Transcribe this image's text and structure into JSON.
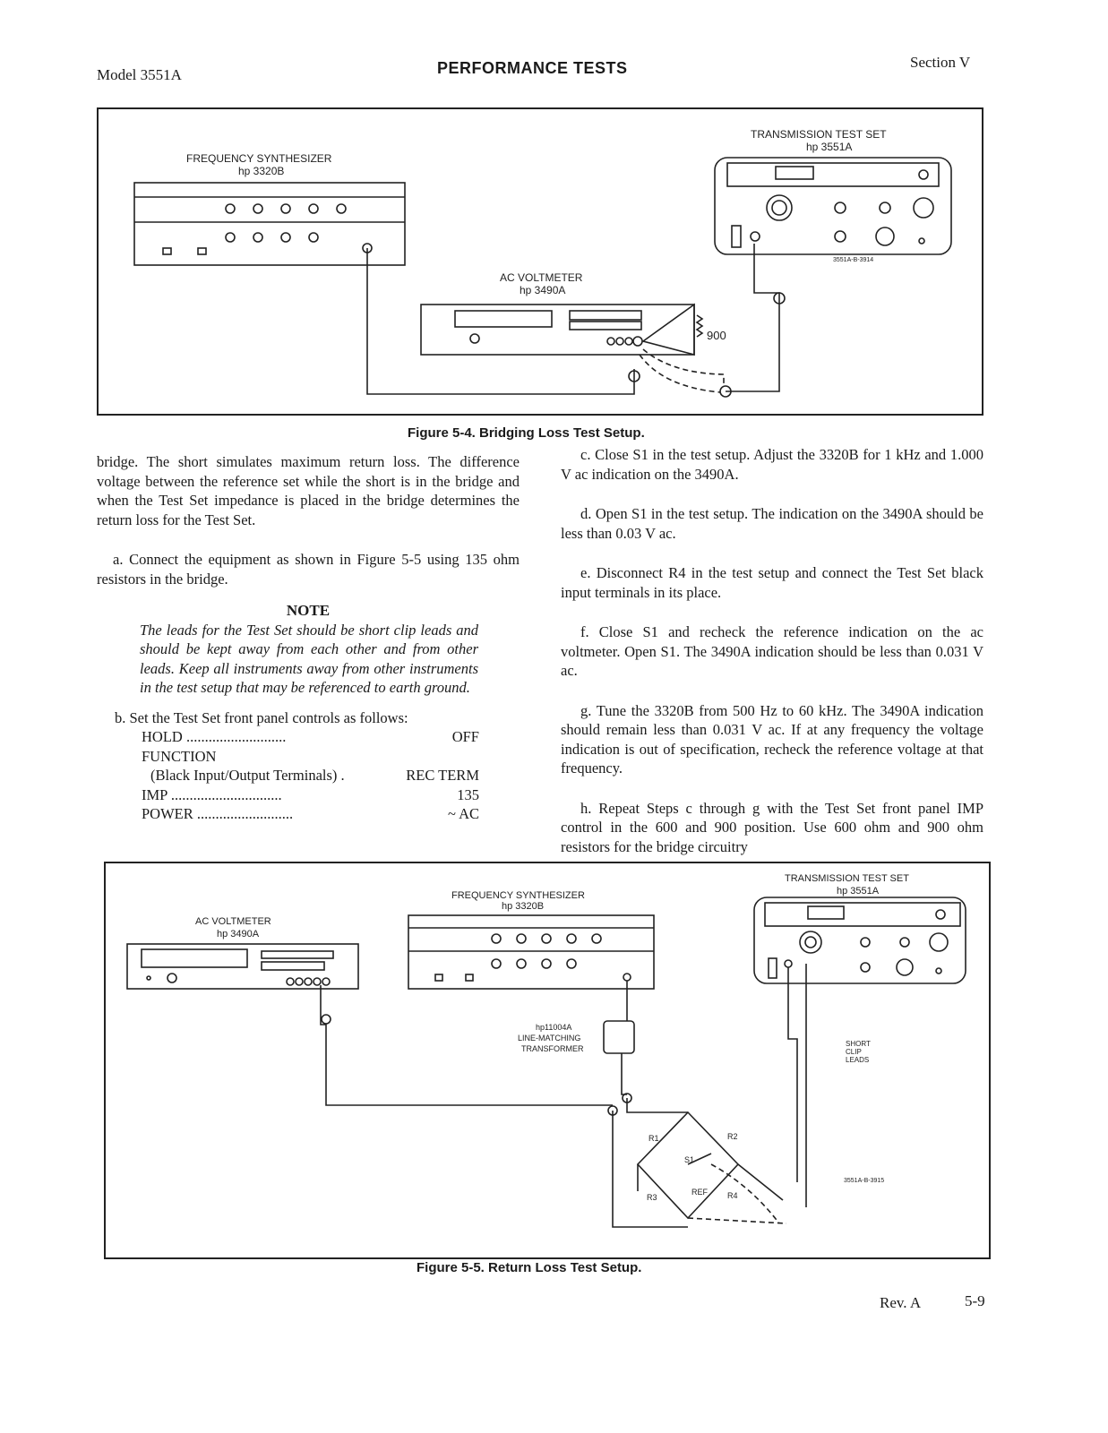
{
  "header": {
    "model": "Model 3551A",
    "title": "PERFORMANCE TESTS",
    "section": "Section V"
  },
  "figure_5_4": {
    "caption": "Figure 5-4.  Bridging Loss Test Setup.",
    "synth_name": "FREQUENCY  SYNTHESIZER",
    "synth_model": "hp 3320B",
    "tts_name": "TRANSMISSION  TEST  SET",
    "tts_model": "hp 3551A",
    "tts_code": "3551A-B-3914",
    "acv_name": "AC  VOLTMETER",
    "acv_model": "hp 3490A",
    "resistor_label": "900"
  },
  "left_column": {
    "intro": "bridge. The short simulates maximum return loss. The difference voltage between the reference set while the short is in the bridge and when the Test Set impedance is placed in the bridge determines the return loss for the Test Set.",
    "step_a": "a.  Connect the equipment as shown in Figure 5-5 using 135 ohm resistors in the bridge.",
    "note_title": "NOTE",
    "note_body": "The leads for the Test Set should be short clip leads and should be kept away from each other and from other leads. Keep all instruments away from other instruments in the test setup that may be referenced to earth ground.",
    "step_b": "b.  Set the Test Set front panel controls as follows:",
    "controls": [
      {
        "name": "HOLD ...........................",
        "value": "OFF"
      },
      {
        "name": "FUNCTION",
        "value": ""
      },
      {
        "name": "(Black Input/Output Terminals) .",
        "value": "REC TERM"
      },
      {
        "name": "IMP ..............................",
        "value": "135"
      },
      {
        "name": "POWER ..........................",
        "value": "~ AC"
      }
    ]
  },
  "right_column": {
    "step_c": "c.  Close S1 in the test setup. Adjust the 3320B for 1 kHz and 1.000 V ac indication on the 3490A.",
    "step_d": "d.  Open S1 in the test setup. The indication on the 3490A should be less than 0.03 V ac.",
    "step_e": "e.  Disconnect R4 in the test setup and connect the Test Set black input terminals in its place.",
    "step_f": "f.  Close S1 and recheck the reference indication on the ac voltmeter. Open S1. The 3490A indication should be less than 0.031 V ac.",
    "step_g": "g.  Tune the 3320B from 500 Hz to 60 kHz. The 3490A indication should remain less than 0.031 V ac. If at any frequency the voltage indication is out of specification, recheck the reference voltage at that frequency.",
    "step_h": "h.  Repeat Steps c through g with the Test Set front panel IMP control in the 600 and 900 position. Use 600 ohm and 900 ohm resistors for the bridge circuitry"
  },
  "figure_5_5": {
    "caption": "Figure 5-5.  Return Loss Test Setup.",
    "tts_name": "TRANSMISSION  TEST  SET",
    "tts_model": "hp 3551A",
    "synth_name": "FREQUENCY  SYNTHESIZER",
    "synth_model": "hp 3320B",
    "acv_name": "AC  VOLTMETER",
    "acv_model": "hp 3490A",
    "xfmr_model": "hp11004A",
    "xfmr_line1": "LINE-MATCHING",
    "xfmr_line2": "TRANSFORMER",
    "short_leads_1": "SHORT",
    "short_leads_2": "CLIP",
    "short_leads_3": "LEADS",
    "r1": "R1",
    "r2": "R2",
    "r3": "R3",
    "r4": "R4",
    "s1": "S1",
    "ref": "REF",
    "code": "3551A-B-3915"
  },
  "footer": {
    "rev": "Rev. A",
    "page": "5-9"
  }
}
